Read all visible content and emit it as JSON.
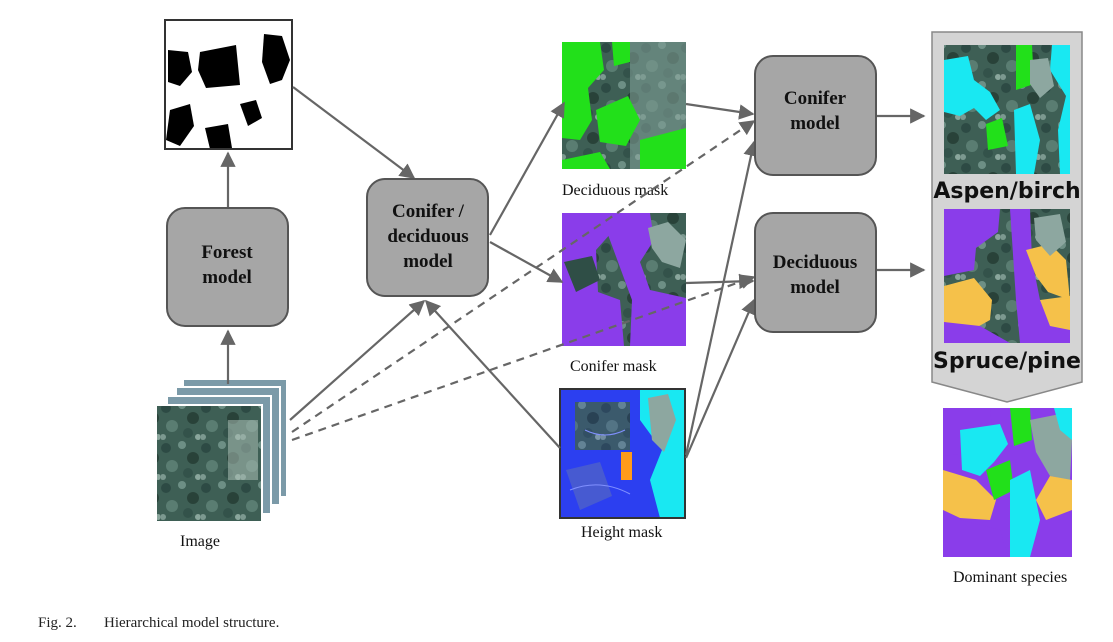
{
  "nodes": {
    "forest_model": "Forest\nmodel",
    "conifer_deciduous_model": "Conifer /\ndeciduous\nmodel",
    "conifer_model": "Conifer\nmodel",
    "deciduous_model": "Deciduous\nmodel"
  },
  "labels": {
    "image": "Image",
    "deciduous_mask": "Deciduous mask",
    "conifer_mask": "Conifer mask",
    "height_mask": "Height mask",
    "dominant_species": "Dominant species",
    "aspen_birch": "Aspen/birch",
    "spruce_pine": "Spruce/pine"
  },
  "caption": {
    "prefix": "Fig. 2.",
    "text": "Hierarchical model structure."
  },
  "colors": {
    "model_box": "#a6a6a6",
    "edge": "#666666",
    "mask_green": "#22e01a",
    "mask_purple": "#8a3dea",
    "mask_cyan": "#19e8f2",
    "mask_yellow": "#f5c14a",
    "mask_blue": "#2c3ff0",
    "mask_orange": "#ff9b1a",
    "banner_gray": "#d4d4d4"
  }
}
